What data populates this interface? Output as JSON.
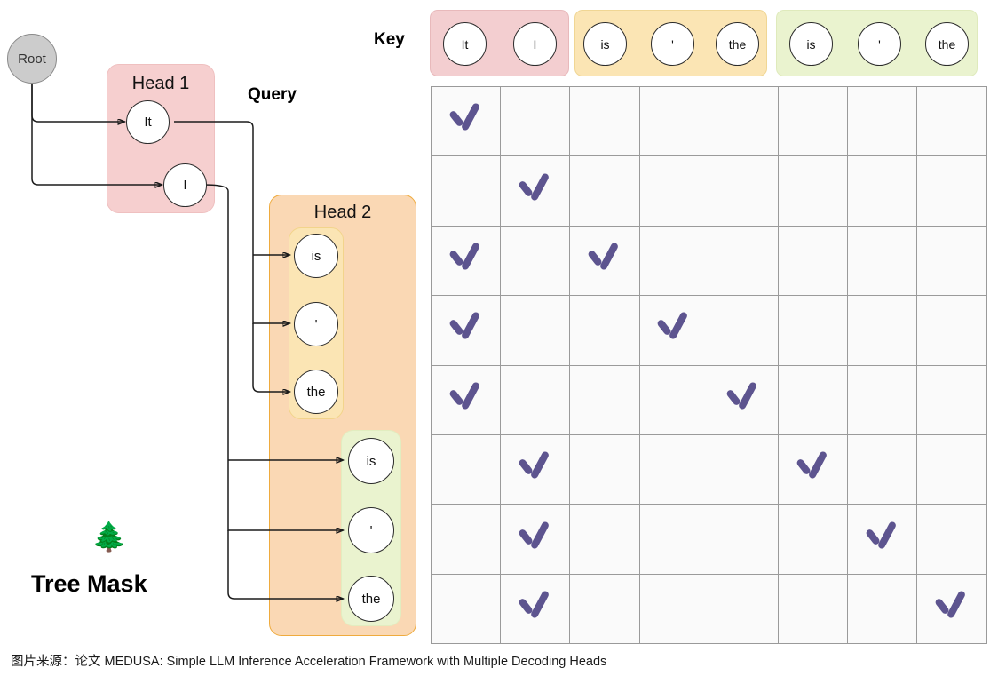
{
  "figure": {
    "labels": {
      "query": "Query",
      "key": "Key",
      "tree_mask": "Tree Mask",
      "tree_icon": "tree-emoji"
    },
    "caption": "图片来源：论文 MEDUSA: Simple LLM Inference Acceleration Framework with Multiple Decoding Heads"
  },
  "tree": {
    "root": {
      "label": "Root"
    },
    "head1": {
      "title": "Head 1",
      "nodes": [
        {
          "label": "It"
        },
        {
          "label": "I"
        }
      ]
    },
    "head2": {
      "title": "Head 2",
      "groups": [
        {
          "name": "head2-group-from-it",
          "color": "#fbe5b4",
          "nodes": [
            {
              "label": "is"
            },
            {
              "label": "'"
            },
            {
              "label": "the"
            }
          ]
        },
        {
          "name": "head2-group-from-i",
          "color": "#eaf3cf",
          "nodes": [
            {
              "label": "is"
            },
            {
              "label": "'"
            },
            {
              "label": "the"
            }
          ]
        }
      ]
    }
  },
  "key_row": {
    "label": "Key",
    "groups": [
      {
        "name": "key-group-head1",
        "color": "#f3ced0",
        "tokens": [
          "It",
          "I"
        ]
      },
      {
        "name": "key-group-head2-a",
        "color": "#fbe5b4",
        "tokens": [
          "is",
          "'",
          "the"
        ]
      },
      {
        "name": "key-group-head2-b",
        "color": "#eaf3cf",
        "tokens": [
          "is",
          "'",
          "the"
        ]
      }
    ]
  },
  "mask_matrix": {
    "columns": [
      "It",
      "I",
      "is",
      "'",
      "the",
      "is",
      "'",
      "the"
    ],
    "rows": [
      "It",
      "I",
      "is",
      "'",
      "the",
      "is",
      "'",
      "the"
    ],
    "check_glyph": "check-icon",
    "check_color": "#5d548f",
    "cells": [
      [
        1,
        0,
        0,
        0,
        0,
        0,
        0,
        0
      ],
      [
        0,
        1,
        0,
        0,
        0,
        0,
        0,
        0
      ],
      [
        1,
        0,
        1,
        0,
        0,
        0,
        0,
        0
      ],
      [
        1,
        0,
        0,
        1,
        0,
        0,
        0,
        0
      ],
      [
        1,
        0,
        0,
        0,
        1,
        0,
        0,
        0
      ],
      [
        0,
        1,
        0,
        0,
        0,
        1,
        0,
        0
      ],
      [
        0,
        1,
        0,
        0,
        0,
        0,
        1,
        0
      ],
      [
        0,
        1,
        0,
        0,
        0,
        0,
        0,
        1
      ]
    ]
  },
  "colors": {
    "head1_box": "#f6cfcf",
    "head2_box": "#fad8b4",
    "group_yellow": "#fbe5b4",
    "group_green": "#eaf3cf",
    "root_node": "#cccccc",
    "check": "#5d548f",
    "grid_line": "#9a9a9a",
    "grid_cell": "#fafafa"
  }
}
